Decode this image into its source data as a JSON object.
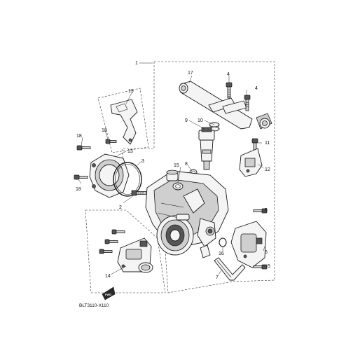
{
  "diagram": {
    "callouts": {
      "c1": "1",
      "c2": "2",
      "c3": "3",
      "c4a": "4",
      "c4b": "4",
      "c5a": "5",
      "c5b": "5",
      "c6": "6",
      "c7": "7",
      "c8": "8",
      "c9": "9",
      "c10": "10",
      "c11": "11",
      "c12": "12",
      "c13": "13",
      "c14": "14",
      "c15": "15",
      "c16": "16",
      "c17": "17",
      "c18a": "18",
      "c18b": "18",
      "c18c": "18",
      "c19": "19"
    },
    "fwd_label": "FWD",
    "diagram_code": "BLT3110-X110"
  }
}
